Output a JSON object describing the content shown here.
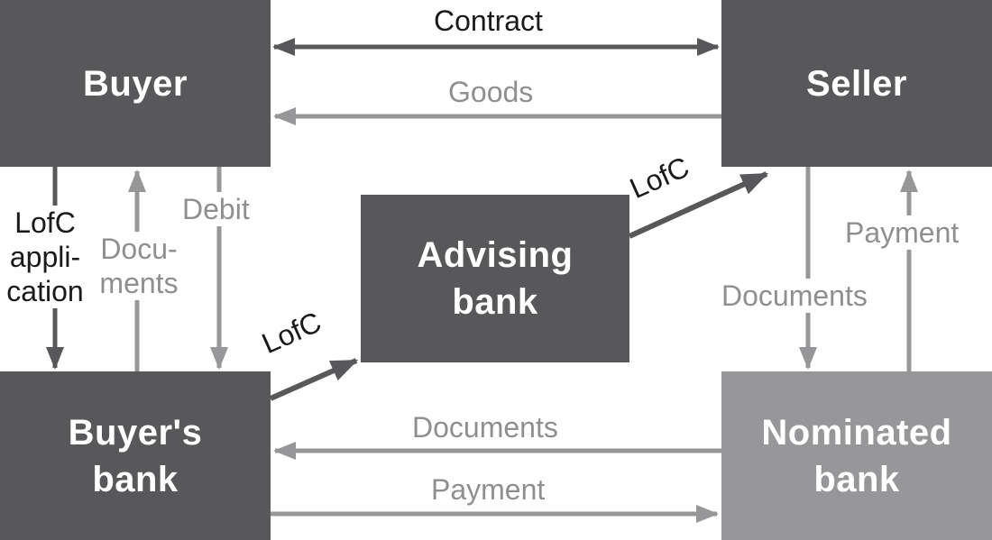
{
  "colors": {
    "dark_box": "#58585a",
    "light_box": "#97979a",
    "dark_arrow": "#58585a",
    "light_arrow": "#97979a",
    "black_text": "#1a1a1a",
    "gray_text": "#8f8f92"
  },
  "nodes": {
    "buyer": "Buyer",
    "seller": "Seller",
    "advising_bank": [
      "Advising",
      "bank"
    ],
    "buyers_bank": [
      "Buyer's",
      "bank"
    ],
    "nominated_bank": [
      "Nominated",
      "bank"
    ]
  },
  "edges": {
    "contract": "Contract",
    "goods": "Goods",
    "lofc_application": [
      "LofC",
      "appli-",
      "cation"
    ],
    "buyer_documents": [
      "Docu-",
      "ments"
    ],
    "debit": "Debit",
    "lofc_to_advising": "LofC",
    "lofc_to_seller": "LofC",
    "seller_documents": "Documents",
    "seller_payment": "Payment",
    "bank_documents": "Documents",
    "bank_payment": "Payment"
  }
}
